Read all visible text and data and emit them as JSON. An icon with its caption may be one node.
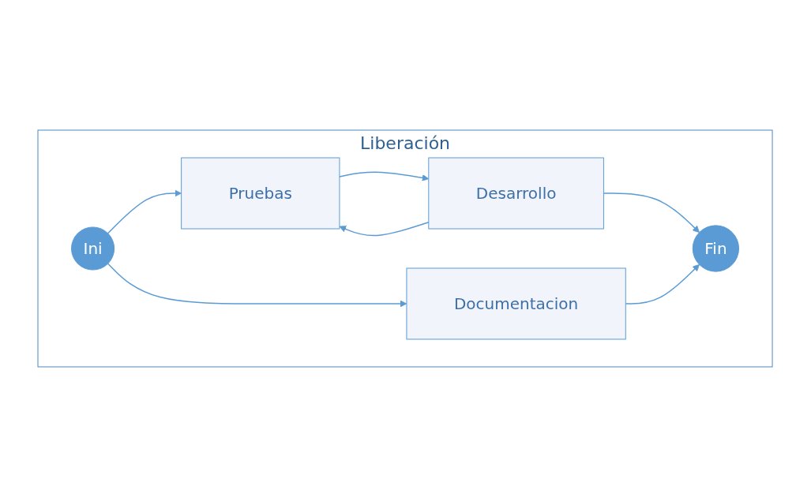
{
  "diagram": {
    "nodes": [
      {
        "text": [
          "Liberación"
        ]
      },
      {
        "text": [
          "Ini"
        ],
        "in": 0
      },
      {
        "text": [
          "Pruebas"
        ],
        "in": 0
      },
      {
        "text": [
          "Desarrollo"
        ],
        "in": 0
      },
      {
        "text": [
          "Fin"
        ],
        "in": 0
      },
      {
        "text": [
          "Documentacion"
        ],
        "in": 0
      }
    ],
    "edges": [
      {
        "from": 1,
        "to": 2,
        "arrow": "to"
      },
      {
        "from": 2,
        "to": 3,
        "arrow": "to"
      },
      {
        "from": 3,
        "to": 2,
        "arrow": "to"
      },
      {
        "from": 3,
        "to": 4,
        "arrow": "to"
      },
      {
        "from": 1,
        "to": 5,
        "arrow": "to"
      },
      {
        "from": 5,
        "to": 4,
        "arrow": "to"
      }
    ]
  }
}
